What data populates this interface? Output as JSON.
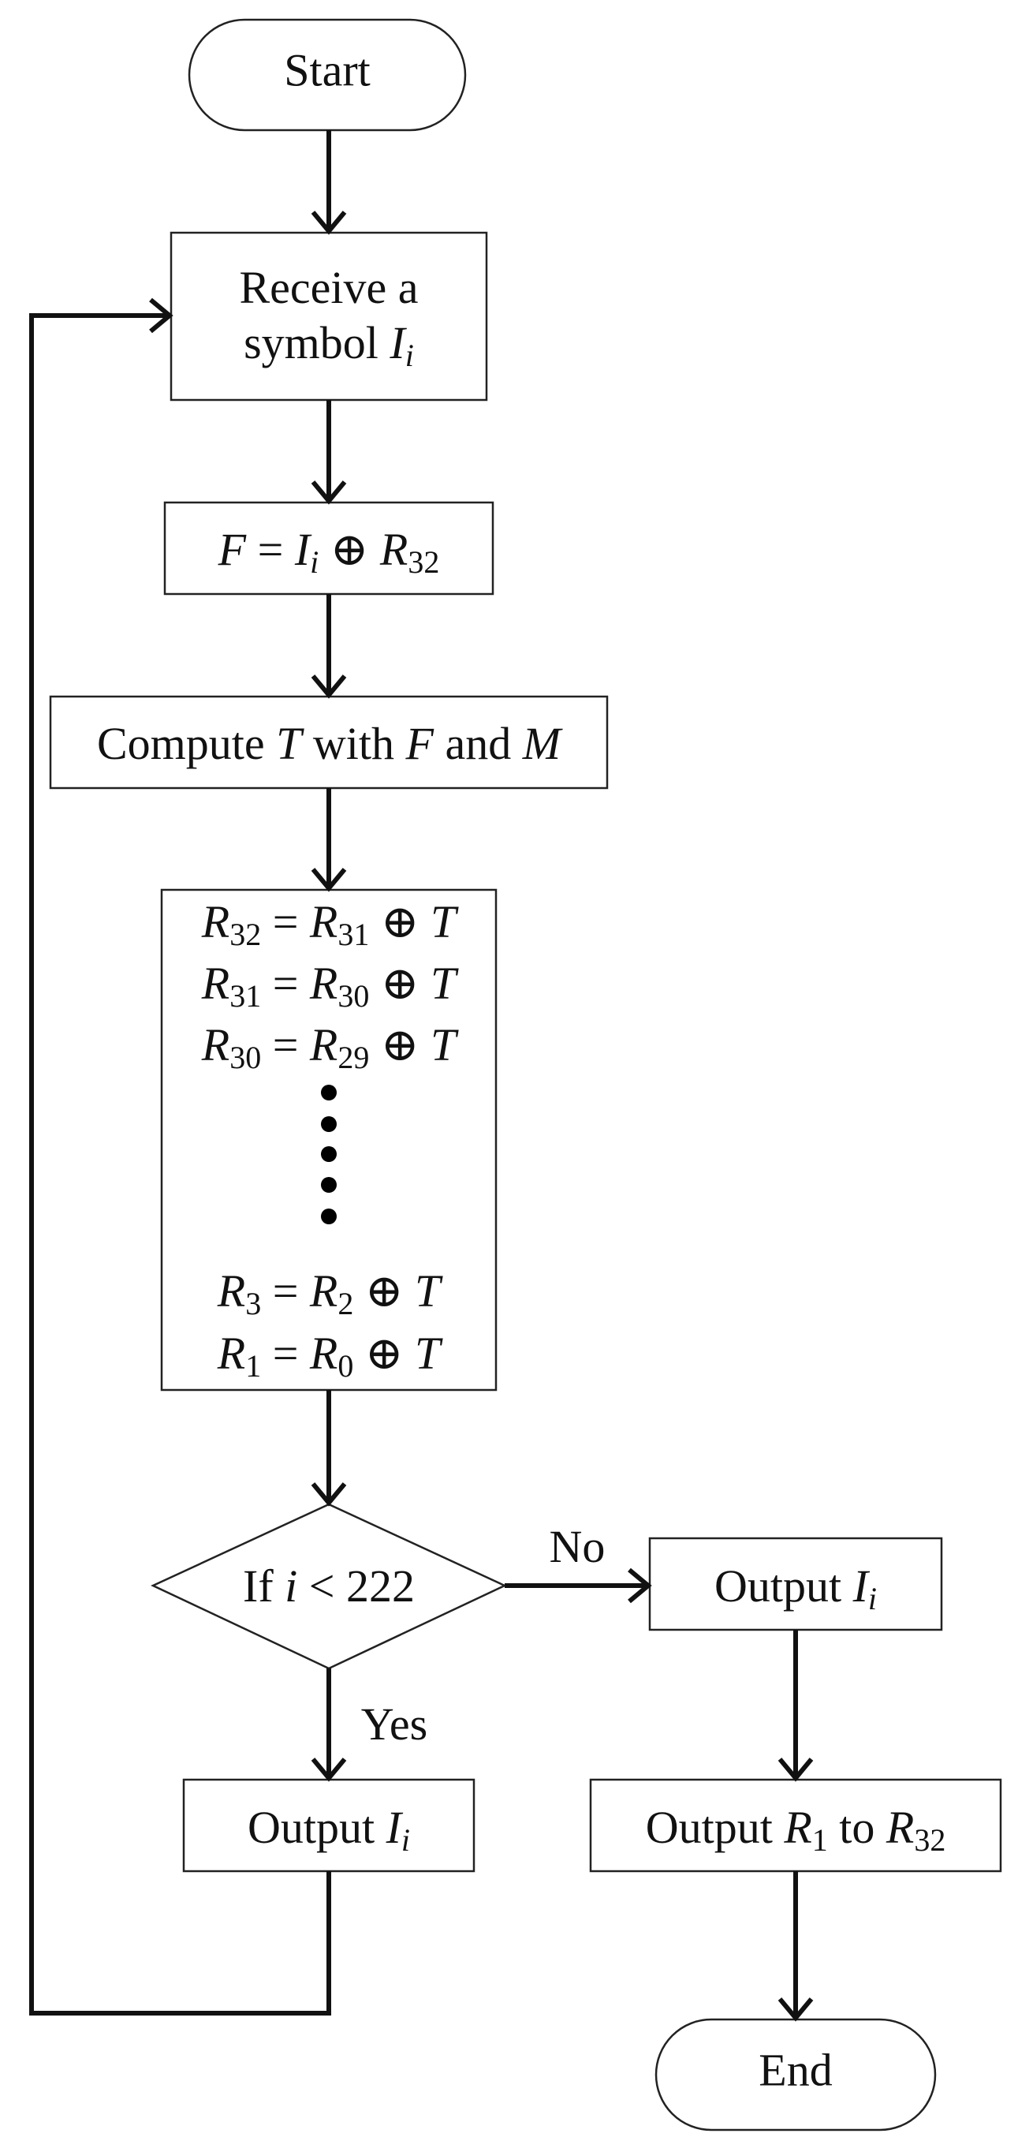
{
  "nodes": {
    "start": "Start",
    "receive_line1": "Receive a",
    "receive_line2_word": "symbol",
    "f_eq": {
      "lhs": "F",
      "eq": "=",
      "i": "I",
      "i_sub": "i",
      "op": "⊕",
      "r": "R",
      "r_sub": "32"
    },
    "compute": {
      "word1": "Compute",
      "t": "T",
      "with": "with",
      "f": "F",
      "and": "and",
      "m": "M"
    },
    "register_updates": [
      {
        "lhs_sub": "32",
        "rhs_sub": "31"
      },
      {
        "lhs_sub": "31",
        "rhs_sub": "30"
      },
      {
        "lhs_sub": "30",
        "rhs_sub": "29"
      },
      {
        "lhs_sub": "3",
        "rhs_sub": "2"
      },
      {
        "lhs_sub": "1",
        "rhs_sub": "0"
      }
    ],
    "register_symbol": "R",
    "register_op": "⊕",
    "register_t": "T",
    "register_eq": "=",
    "decision": {
      "if": "If",
      "var": "i",
      "cond": "< 222"
    },
    "output_left": {
      "word": "Output",
      "var": "I",
      "sub": "i"
    },
    "output_right": {
      "word": "Output",
      "var": "I",
      "sub": "i"
    },
    "output_regs": {
      "word": "Output",
      "r1": "R",
      "r1_sub": "1",
      "to": "to",
      "r2": "R",
      "r2_sub": "32"
    },
    "end": "End"
  },
  "edge_labels": {
    "no": "No",
    "yes": "Yes"
  }
}
